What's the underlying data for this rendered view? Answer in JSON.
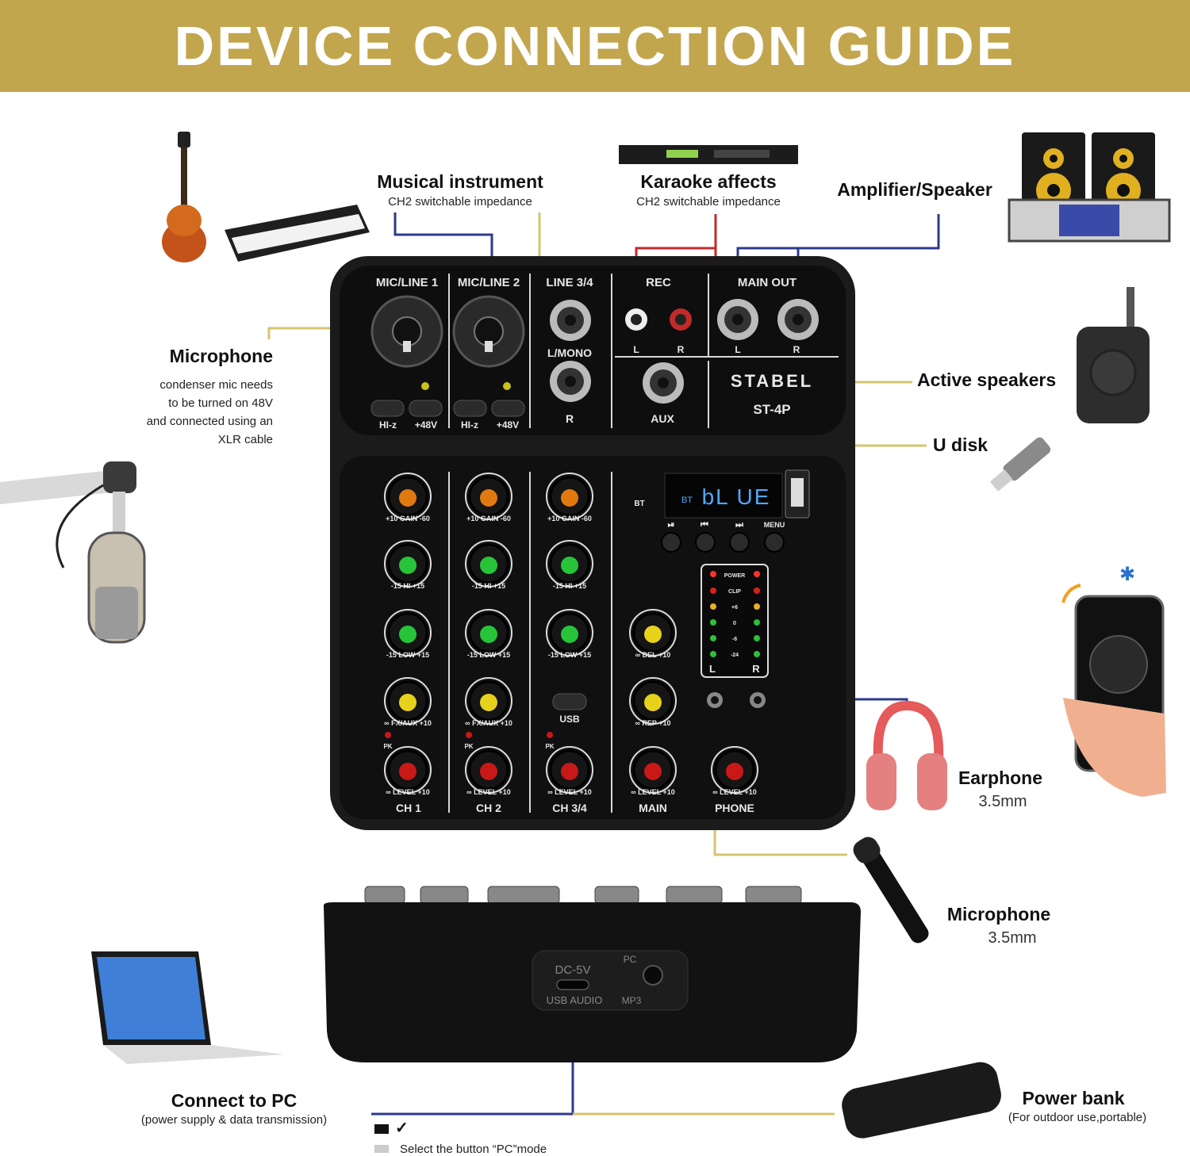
{
  "banner": {
    "title": "DEVICE CONNECTION GUIDE",
    "color": "#c2a64e"
  },
  "callouts": {
    "musical_instrument": {
      "title": "Musical instrument",
      "sub": "CH2 switchable impedance"
    },
    "karaoke": {
      "title": "Karaoke affects",
      "sub": "CH2 switchable impedance"
    },
    "amplifier": {
      "title": "Amplifier/Speaker"
    },
    "microphone_xlr": {
      "title": "Microphone",
      "lines": [
        "condenser mic needs",
        "to be turned on 48V",
        "and connected using an",
        "XLR cable"
      ]
    },
    "active_speakers": {
      "title": "Active speakers"
    },
    "u_disk": {
      "title": "U disk"
    },
    "earphone": {
      "title": "Earphone",
      "sub": "3.5mm"
    },
    "microphone_35": {
      "title": "Microphone",
      "sub": "3.5mm"
    },
    "connect_pc": {
      "title": "Connect to PC",
      "sub": "(power supply & data transmission)"
    },
    "power_bank": {
      "title": "Power bank",
      "sub": "(For outdoor use,portable)"
    },
    "pc_mode": {
      "check": "✓",
      "note": "Select the button “PC”mode"
    }
  },
  "mixer": {
    "brand": "STABEL",
    "model": "ST-4P",
    "inputs": [
      "MIC/LINE 1",
      "MIC/LINE 2",
      "LINE 3/4",
      "REC",
      "MAIN OUT"
    ],
    "buttons": {
      "hiz": "HI-z",
      "p48": "+48V",
      "usb": "USB"
    },
    "jack_labels": {
      "l_mono": "L/MONO",
      "r": "R",
      "aux": "AUX",
      "l": "L"
    },
    "display": {
      "bt": "BT",
      "text": "bL UE"
    },
    "player_buttons": [
      "⏯",
      "⏮",
      "⏭",
      "MENU"
    ],
    "knob_labels": {
      "gain": "+10 GAIN -60",
      "hi": "-15 HI +15",
      "low": "-15 LOW +15",
      "fx": "∞ FX/AUX +10",
      "level": "∞ LEVEL +10",
      "del": "∞ DEL +10",
      "rep": "∞ REP +10",
      "pk": "PK"
    },
    "meter": {
      "power": "POWER",
      "rows": [
        "CLIP",
        "+6",
        "0",
        "-6",
        "-24"
      ],
      "left": "L",
      "right": "R"
    },
    "channels": [
      "CH 1",
      "CH 2",
      "CH 3/4",
      "MAIN",
      "PHONE"
    ],
    "back_panel": {
      "dc": "DC-5V",
      "usb": "USB AUDIO",
      "pc": "PC",
      "mp3": "MP3"
    }
  },
  "colors": {
    "gain": "#e07a10",
    "eq": "#27c43a",
    "fx": "#e6d21a",
    "level": "#c81818",
    "line_gold": "#d6c470",
    "line_blue": "#2d3a8c",
    "line_red": "#c22a2a"
  }
}
